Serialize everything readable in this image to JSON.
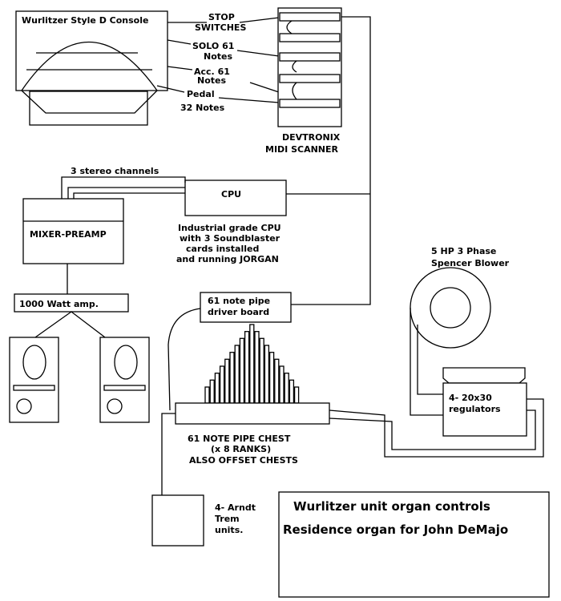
{
  "console": {
    "title": "Wurlitzer Style D Console",
    "stop_switches": [
      "STOP",
      "SWITCHES"
    ],
    "solo": [
      "SOLO 61",
      "Notes"
    ],
    "acc": [
      "Acc. 61",
      "Notes"
    ],
    "pedal": [
      "Pedal",
      "32  Notes"
    ]
  },
  "scanner": [
    "DEVTRONIX",
    "MIDI SCANNER"
  ],
  "stereo_channels": "3 stereo channels",
  "cpu": {
    "label": "CPU",
    "description": [
      "Industrial grade CPU",
      "with 3 Soundblaster",
      "cards installed",
      "and running JORGAN"
    ]
  },
  "mixer": "MIXER-PREAMP",
  "amp": "1000 Watt amp.",
  "blower": [
    "5 HP 3 Phase",
    "Spencer Blower"
  ],
  "driver_board": [
    "61 note pipe",
    "driver board"
  ],
  "regulators": [
    "4- 20x30",
    "regulators"
  ],
  "chest": [
    "61 NOTE PIPE CHEST",
    "(x 8 RANKS)",
    "ALSO OFFSET CHESTS"
  ],
  "trem": [
    "4- Arndt",
    "Trem",
    "units."
  ],
  "title_box": {
    "title": "Wurlitzer unit organ controls",
    "subtitle": "Residence organ for John DeMajo"
  }
}
